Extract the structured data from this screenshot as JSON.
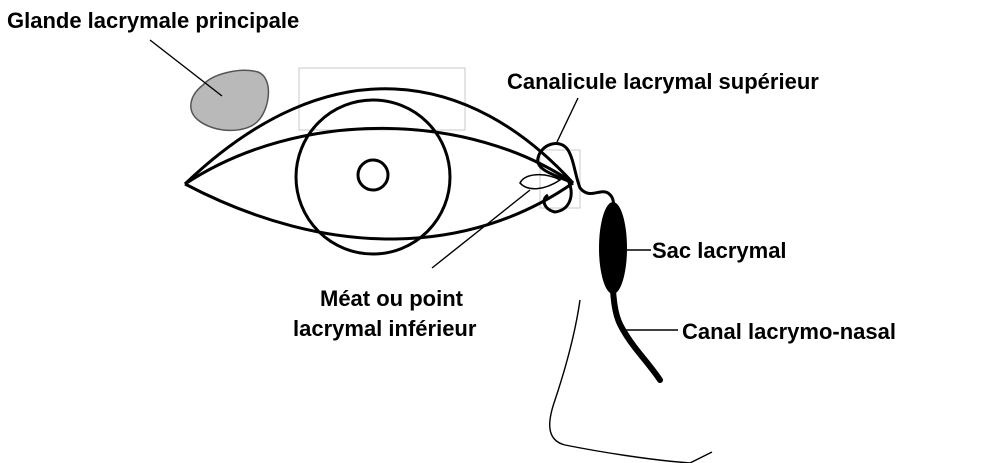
{
  "labels": {
    "gland": "Glande lacrymale principale",
    "canalicule": "Canalicule lacrymal supérieur",
    "sac": "Sac lacrymal",
    "canal": "Canal lacrymo-nasal",
    "meat_line1": "Méat ou point",
    "meat_line2": "lacrymal inférieur"
  },
  "colors": {
    "gland_fill": "#b9b9b9",
    "sac_fill": "#000000",
    "stroke": "#000000"
  }
}
